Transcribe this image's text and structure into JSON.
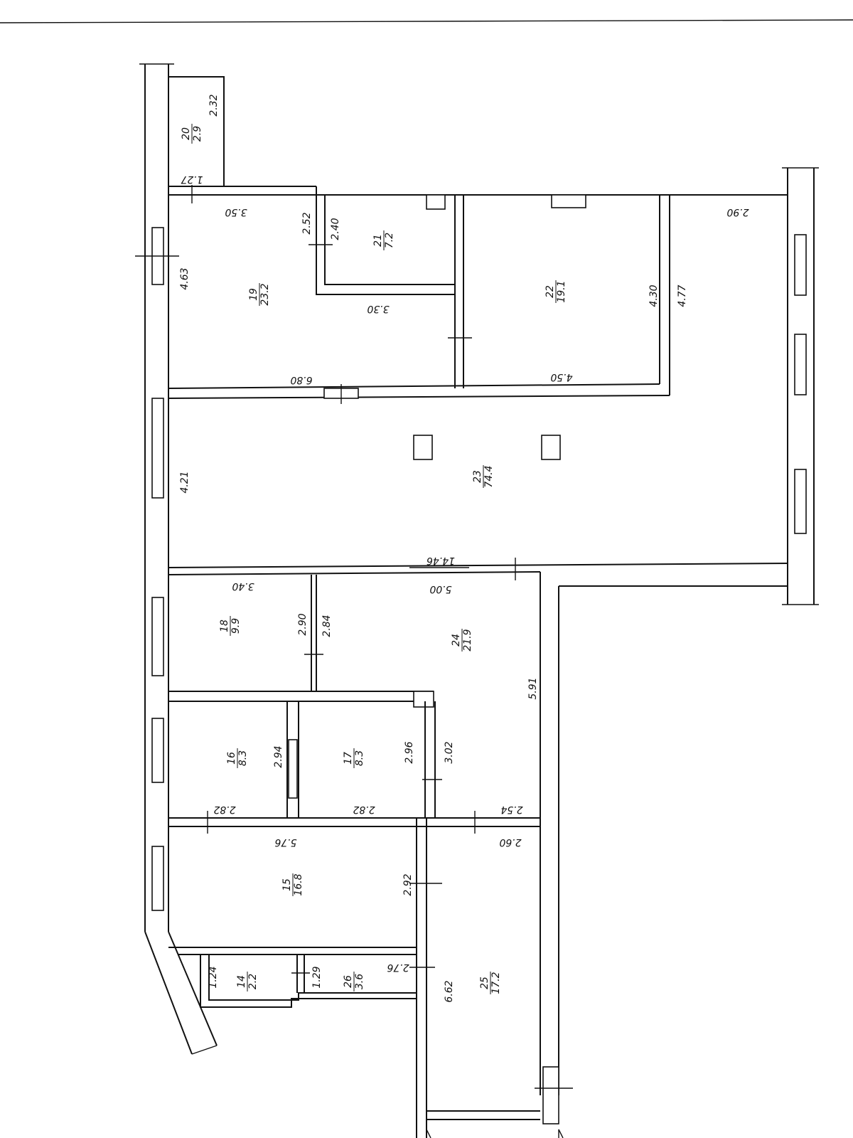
{
  "rooms": [
    {
      "num": "20",
      "area": "2.9"
    },
    {
      "num": "19",
      "area": "23.2"
    },
    {
      "num": "21",
      "area": "7.2"
    },
    {
      "num": "22",
      "area": "19.1"
    },
    {
      "num": "23",
      "area": "74.4"
    },
    {
      "num": "18",
      "area": "9.9"
    },
    {
      "num": "24",
      "area": "21.9"
    },
    {
      "num": "16",
      "area": "8.3"
    },
    {
      "num": "17",
      "area": "8.3"
    },
    {
      "num": "15",
      "area": "16.8"
    },
    {
      "num": "25",
      "area": "17.2"
    },
    {
      "num": "14",
      "area": "2.2"
    },
    {
      "num": "26",
      "area": "3.6"
    }
  ],
  "dimensions": [
    "2.32",
    "1.27",
    "3.50",
    "2.52",
    "2.40",
    "4.63",
    "3.30",
    "6.80",
    "4.30",
    "4.50",
    "4.77",
    "2.90",
    "4.21",
    "14.46",
    "3.40",
    "5.00",
    "2.90",
    "2.84",
    "5.91",
    "2.94",
    "2.96",
    "3.02",
    "2.82",
    "2.82",
    "2.54",
    "2.60",
    "5.76",
    "2.92",
    "1.24",
    "1.29",
    "2.76",
    "6.62"
  ]
}
